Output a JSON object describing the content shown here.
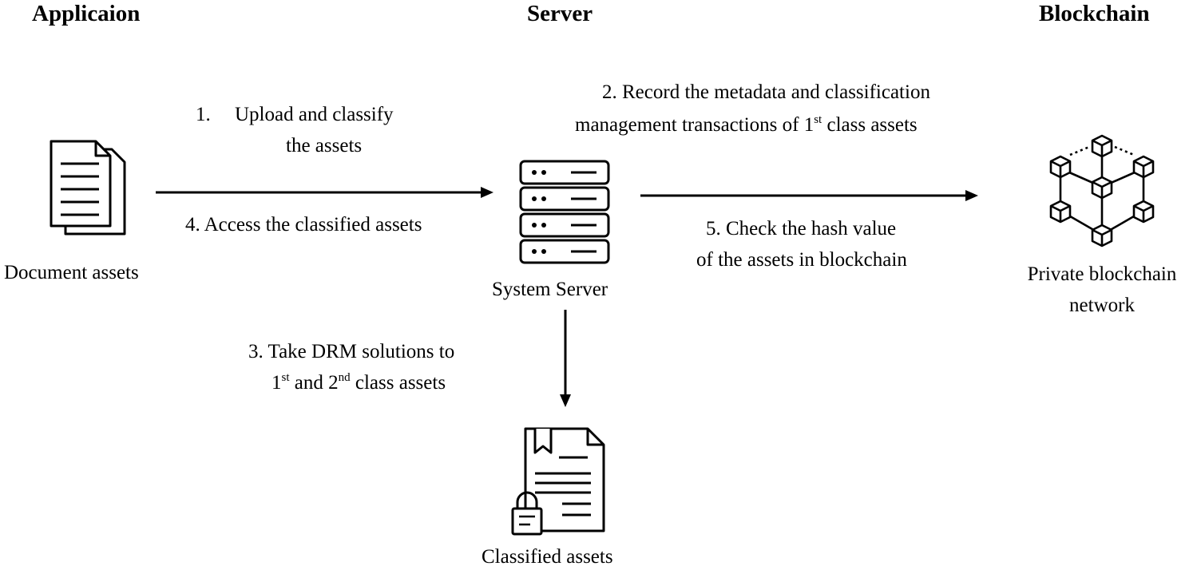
{
  "headers": {
    "application": "Applicaion",
    "server": "Server",
    "blockchain": "Blockchain"
  },
  "nodes": {
    "document_assets": "Document assets",
    "system_server": "System Server",
    "private_network_line1": "Private blockchain",
    "private_network_line2": "network",
    "classified_assets": "Classified assets"
  },
  "steps": {
    "s1_num": "1.",
    "s1_line1": "Upload and classify",
    "s1_line2": "the assets",
    "s2_line1": "2. Record the metadata and classification",
    "s2_line2_pre": "management transactions of 1",
    "s2_line2_sup": "st",
    "s2_line2_post": " class assets",
    "s3_line1": "3. Take DRM solutions to",
    "s3_l2_a": "1",
    "s3_l2_sup1": "st",
    "s3_l2_b": " and 2",
    "s3_l2_sup2": "nd",
    "s3_l2_c": " class assets",
    "s4": "4. Access the classified assets",
    "s5_line1": "5. Check the hash value",
    "s5_line2": "of the assets in blockchain"
  },
  "icons": {
    "document": "document-stack-icon",
    "server": "server-rack-icon",
    "blockchain": "blockchain-network-icon",
    "classified": "locked-document-icon"
  }
}
